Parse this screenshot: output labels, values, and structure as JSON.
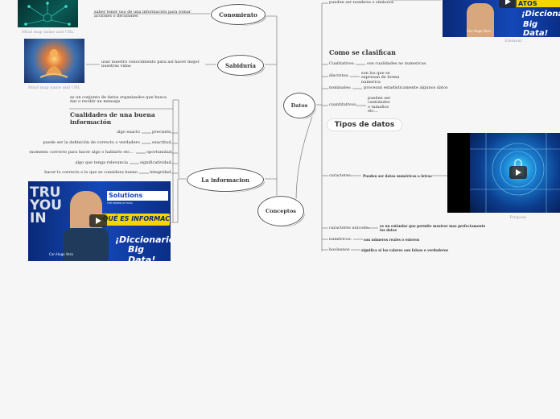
{
  "central": {
    "conceptos": "Conceptos",
    "informacion": "La informacion",
    "datos": "Datos",
    "conocimiento": "Conomiento",
    "sabiduria": "Sabiduría"
  },
  "left": {
    "conocimiento_desc": "saber tener uso de una información para tomar acciones o decisiones",
    "sabiduria_desc": "usar nuestro conocimiento para así hacer mejor nuestras vidas",
    "info_def": "es un conjunto de datos organizados que busca dar o recibir un mensaje",
    "cualidades_title": "Cualidades de una buena información",
    "cualidades": [
      {
        "desc": "algo exacto",
        "name": "precisión"
      },
      {
        "desc": "puede ser la definición de correcto o verdadero",
        "name": "exactitud"
      },
      {
        "desc": "momento correcto  para hacer algo o hablarlo etc...",
        "name": "oportunidad"
      },
      {
        "desc": "algo que tenga relevancia",
        "name": "significatividad"
      },
      {
        "desc": "hacer lo  correcto o lo que se considera bueno",
        "name": "integridad"
      }
    ],
    "caption_1": "Mind map name and URL",
    "caption_2": "Mind map name and URL"
  },
  "right": {
    "top_cut": "pueden ser nombres o símbolos",
    "clasificar_title": "Como se clasifican",
    "cualitativos": {
      "label": "Cualitativos:",
      "desc": "son cualidades no numericas"
    },
    "discretos": {
      "label": "discretos:",
      "desc": "son los que se expresan de forma numerica"
    },
    "nominales": {
      "label": "nominales:",
      "desc": "procesan estadisticamente algunos datos"
    },
    "cuantitativos": {
      "label": "cuantitativos:",
      "desc": "pueden ser cantidades o tamaños etc..."
    },
    "tipos_title": "Tipos de datos",
    "tipos": [
      {
        "label": "caracteres:",
        "desc": "Pueden ser datos numéricos o letras"
      },
      {
        "label": "caracteres unicode:",
        "desc": "es un estándar que permite mostrar mas perfectamente los datos"
      },
      {
        "label": "numéricos:",
        "desc": "son números reales o enteros"
      },
      {
        "label": "booleanos",
        "desc": "significa si los valores son falsos o verdaderos"
      }
    ],
    "caption_top": "Element",
    "caption_video": "Purpose"
  },
  "video_main": {
    "brand": "Solutions",
    "brand_sub": "THE POWER OF DATA",
    "headline": "¿QUÉ ES INFORMACIÓN?",
    "title1": "¡Diccionario",
    "title2": "Big Data!",
    "host": "Con Hugo Vera",
    "big_text": "TRU YOU IN"
  },
  "video_top": {
    "title1": "¡Diccionario",
    "title2": "Big Data!",
    "host": "Con Hugo Vera",
    "banner": "ATOS"
  }
}
